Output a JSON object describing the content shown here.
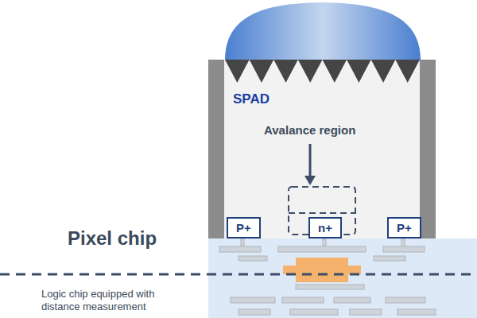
{
  "diagram": {
    "nodes": [
      {
        "text": [
          "SPAD"
        ]
      },
      {
        "text": [
          "P+"
        ],
        "in": 0
      },
      {
        "text": [
          "n+"
        ],
        "in": 0
      },
      {
        "text": [
          "P+"
        ],
        "in": 0
      }
    ],
    "labels": [
      "Avalance region",
      "Pixel chip",
      "Logic chip equipped with distance measurement"
    ]
  }
}
